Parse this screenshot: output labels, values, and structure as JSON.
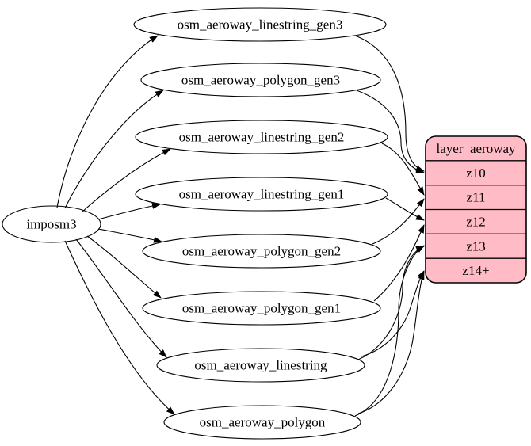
{
  "diagram": {
    "kind": "etl-graph",
    "background": "#ffffff",
    "stroke_color": "#000000",
    "node_fill": "#ffffff",
    "source_node": {
      "id": "imposm3",
      "label": "imposm3"
    },
    "table_nodes": [
      {
        "id": "osm_aeroway_linestring_gen3",
        "label": "osm_aeroway_linestring_gen3"
      },
      {
        "id": "osm_aeroway_polygon_gen3",
        "label": "osm_aeroway_polygon_gen3"
      },
      {
        "id": "osm_aeroway_linestring_gen2",
        "label": "osm_aeroway_linestring_gen2"
      },
      {
        "id": "osm_aeroway_linestring_gen1",
        "label": "osm_aeroway_linestring_gen1"
      },
      {
        "id": "osm_aeroway_polygon_gen2",
        "label": "osm_aeroway_polygon_gen2"
      },
      {
        "id": "osm_aeroway_polygon_gen1",
        "label": "osm_aeroway_polygon_gen1"
      },
      {
        "id": "osm_aeroway_linestring",
        "label": "osm_aeroway_linestring"
      },
      {
        "id": "osm_aeroway_polygon",
        "label": "osm_aeroway_polygon"
      }
    ],
    "record_node": {
      "id": "layer_aeroway",
      "title": "layer_aeroway",
      "rows": [
        "z10",
        "z11",
        "z12",
        "z13",
        "z14+"
      ],
      "fill": "#ffbcc7"
    },
    "edges": [
      {
        "from": "imposm3",
        "to": "osm_aeroway_linestring_gen3"
      },
      {
        "from": "imposm3",
        "to": "osm_aeroway_polygon_gen3"
      },
      {
        "from": "imposm3",
        "to": "osm_aeroway_linestring_gen2"
      },
      {
        "from": "imposm3",
        "to": "osm_aeroway_linestring_gen1"
      },
      {
        "from": "imposm3",
        "to": "osm_aeroway_polygon_gen2"
      },
      {
        "from": "imposm3",
        "to": "osm_aeroway_polygon_gen1"
      },
      {
        "from": "imposm3",
        "to": "osm_aeroway_linestring"
      },
      {
        "from": "imposm3",
        "to": "osm_aeroway_polygon"
      },
      {
        "from": "osm_aeroway_linestring_gen3",
        "to": "z10"
      },
      {
        "from": "osm_aeroway_polygon_gen3",
        "to": "z10"
      },
      {
        "from": "osm_aeroway_linestring_gen2",
        "to": "z11"
      },
      {
        "from": "osm_aeroway_polygon_gen2",
        "to": "z11"
      },
      {
        "from": "osm_aeroway_linestring_gen1",
        "to": "z12"
      },
      {
        "from": "osm_aeroway_polygon_gen1",
        "to": "z12"
      },
      {
        "from": "osm_aeroway_linestring",
        "to": "z13"
      },
      {
        "from": "osm_aeroway_polygon",
        "to": "z13"
      },
      {
        "from": "osm_aeroway_linestring",
        "to": "z14+"
      },
      {
        "from": "osm_aeroway_polygon",
        "to": "z14+"
      }
    ]
  }
}
